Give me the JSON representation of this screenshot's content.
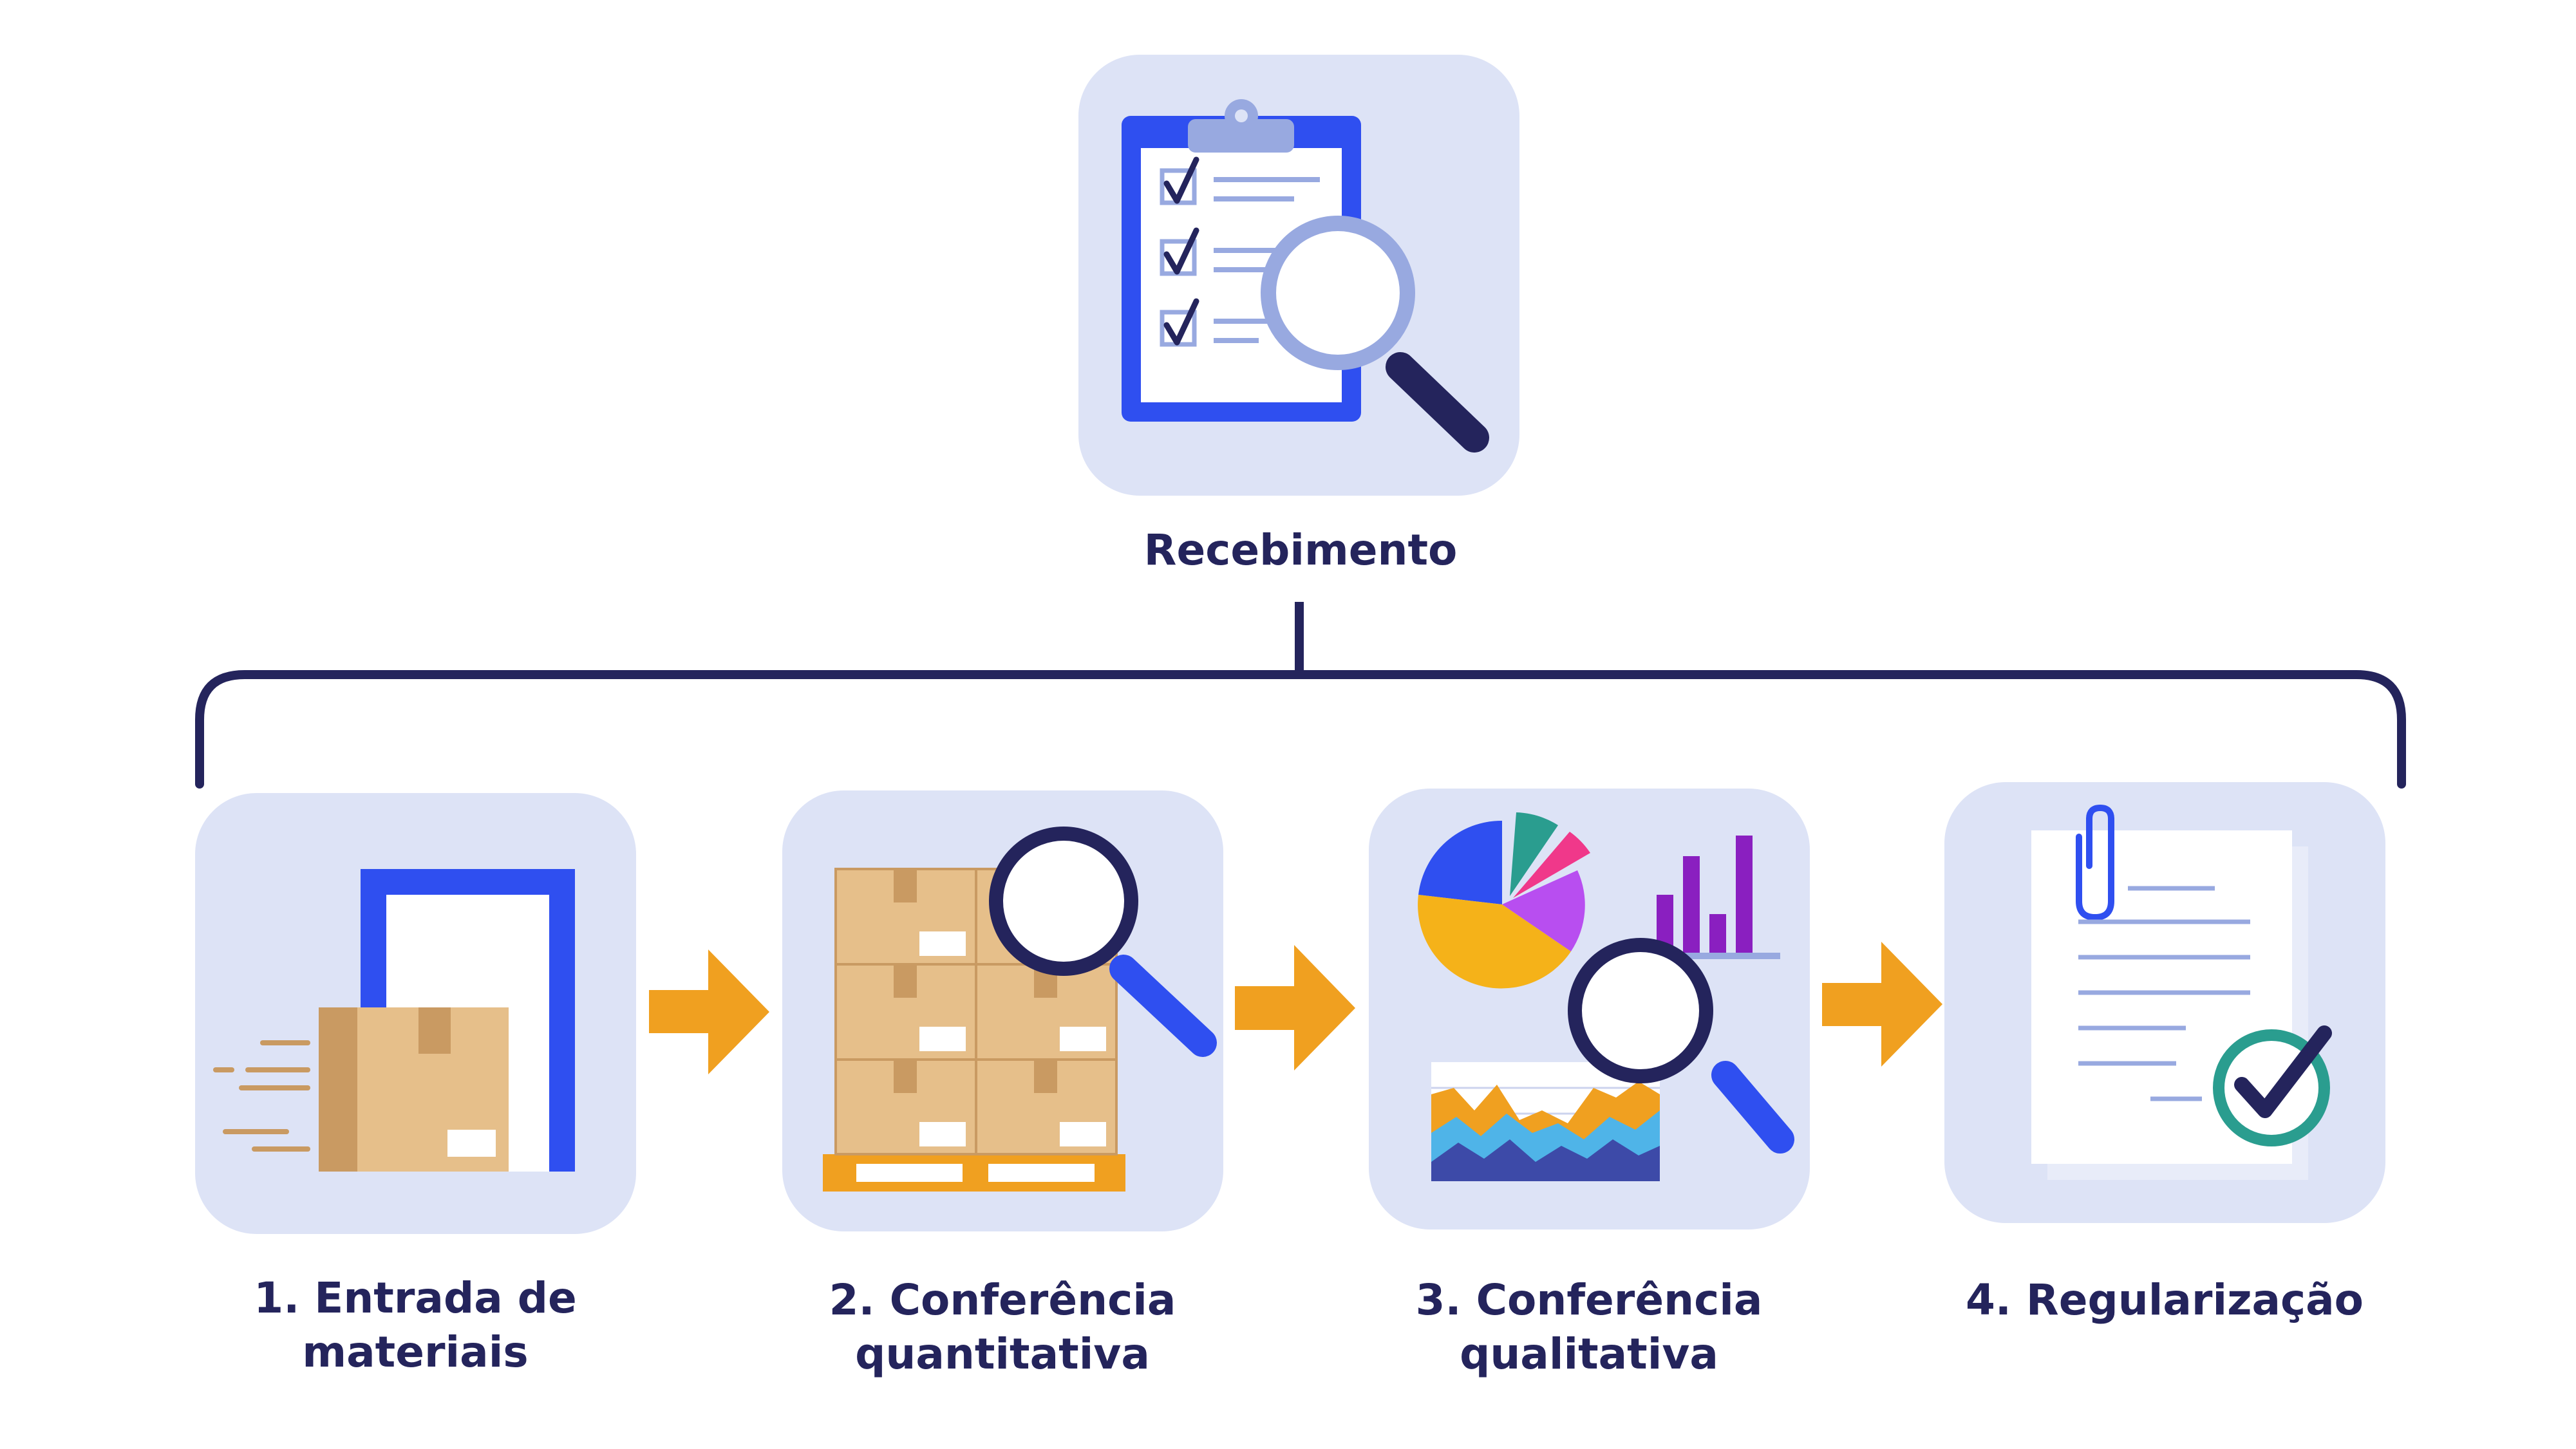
{
  "title": "Recebimento",
  "steps": [
    {
      "line1": "1. Entrada de",
      "line2": "materiais",
      "icon": "box-door-icon"
    },
    {
      "line1": "2. Conferência",
      "line2": "quantitativa",
      "icon": "pallet-magnifier-icon"
    },
    {
      "line1": "3. Conferência",
      "line2": "qualitativa",
      "icon": "charts-magnifier-icon"
    },
    {
      "line1": "4. Regularização",
      "line2": "",
      "icon": "document-check-icon"
    }
  ],
  "colors": {
    "tile": "#dde3f6",
    "navy": "#24245c",
    "blue": "#2f4ff0",
    "arrow": "#f0a020",
    "cardboard": "#e6bf8a",
    "cardboard_dark": "#c99a62",
    "teal": "#2a9d8f"
  }
}
